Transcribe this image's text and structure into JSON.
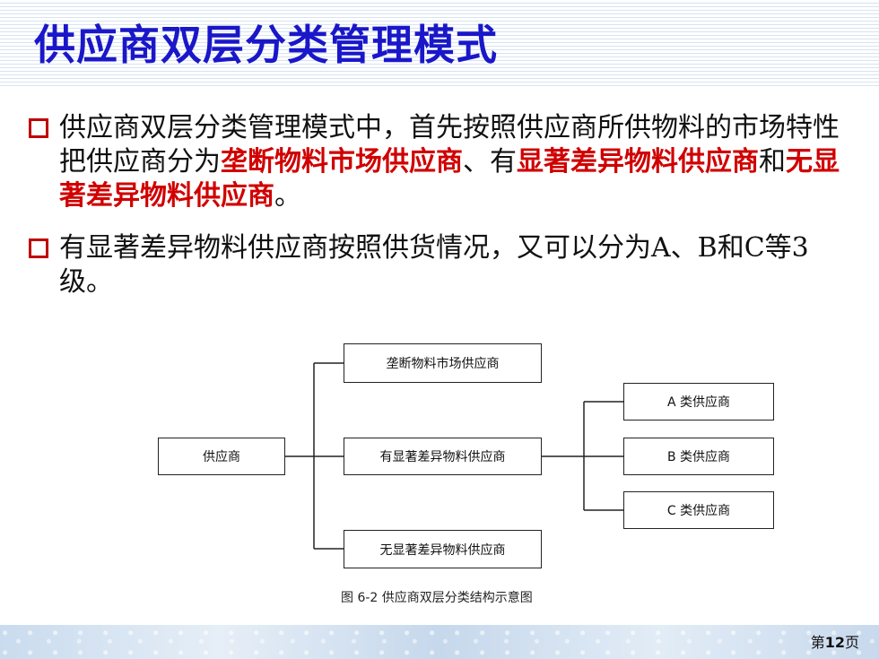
{
  "slide": {
    "title": "供应商双层分类管理模式",
    "bullets": [
      {
        "segments": [
          {
            "text": "供应商双层分类管理模式中，首先按照供应商所供物料的市场特性把供应商分为",
            "highlight": false
          },
          {
            "text": "垄断物料市场供应商",
            "highlight": true
          },
          {
            "text": "、有",
            "highlight": false
          },
          {
            "text": "显著差异物料供应商",
            "highlight": true
          },
          {
            "text": "和",
            "highlight": false
          },
          {
            "text": "无显著差异物料供应商",
            "highlight": true
          },
          {
            "text": "。",
            "highlight": false
          }
        ]
      },
      {
        "segments": [
          {
            "text": "有显著差异物料供应商按照供货情况，又可以分为A、B和C等3级。",
            "highlight": false
          }
        ]
      }
    ],
    "highlight_color": "#d00000",
    "title_color": "#1a17c9"
  },
  "diagram": {
    "root": "供应商",
    "level1": [
      "垄断物料市场供应商",
      "有显著差异物料供应商",
      "无显著差异物料供应商"
    ],
    "level2": [
      "A 类供应商",
      "B 类供应商",
      "C 类供应商"
    ],
    "caption": "图 6-2    供应商双层分类结构示意图"
  },
  "footer": {
    "page_prefix": "第",
    "page_number": "12",
    "page_suffix": "页"
  }
}
